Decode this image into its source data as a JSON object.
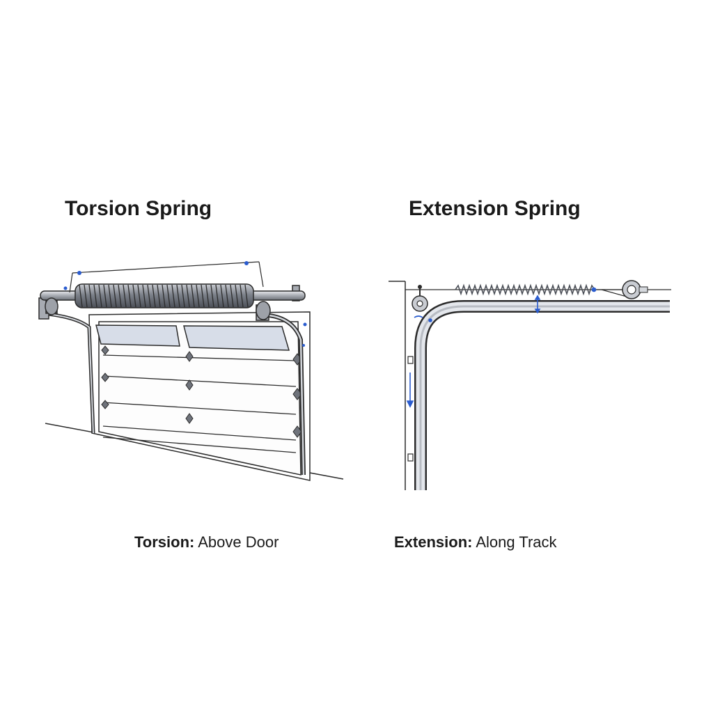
{
  "torsion": {
    "title": "Torsion Spring",
    "caption_bold": "Torsion:",
    "caption_text": " Above Door"
  },
  "extension": {
    "title": "Extension Spring",
    "caption_bold": "Extension:",
    "caption_text": " Along Track"
  },
  "colors": {
    "line": "#2b2b2b",
    "spring": "#6a6f78",
    "window": "#d7dde8",
    "track_fill": "#e4e7ec",
    "accent_blue": "#2a5ccf"
  }
}
